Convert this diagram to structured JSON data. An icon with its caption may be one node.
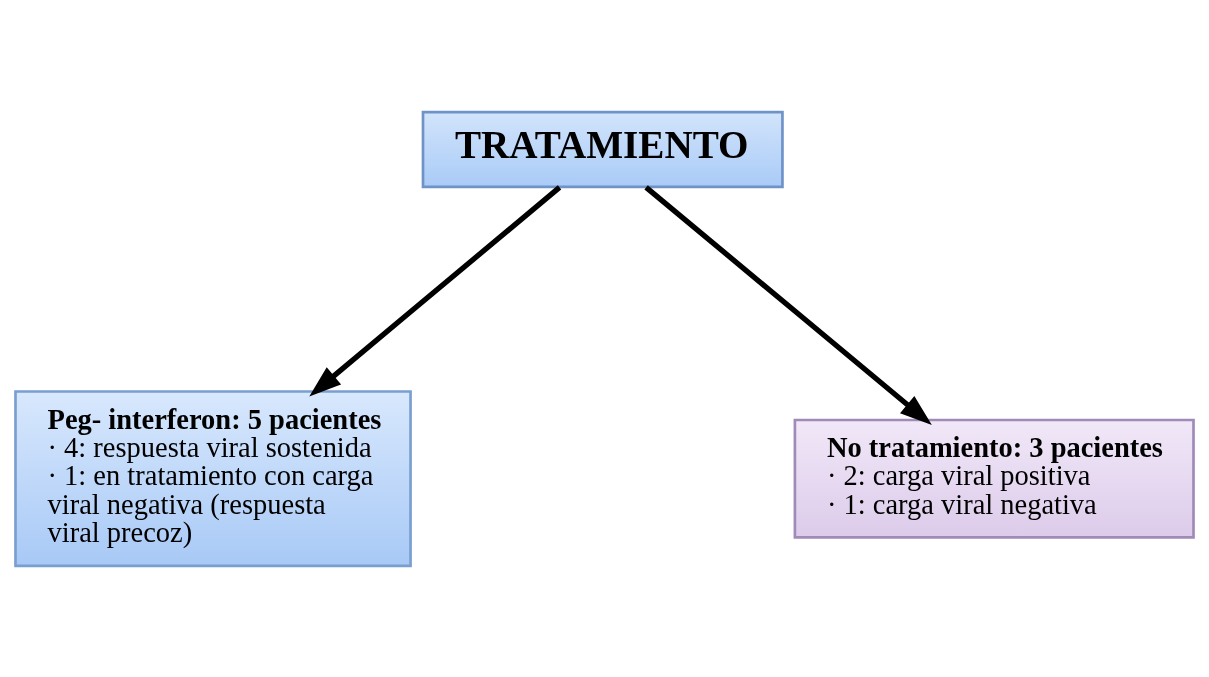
{
  "diagram": {
    "nodes": [
      {
        "text": [
          "TRATAMIENTO"
        ]
      },
      {
        "text": [
          "Peg- interferon: 5 pacientes",
          "· 4: respuesta viral sostenida",
          "· 1: en tratamiento con carga viral negativa (respuesta viral precoz)"
        ]
      },
      {
        "text": [
          "No tratamiento: 3 pacientes",
          "· 2: carga viral positiva",
          "· 1: carga viral negativa"
        ]
      }
    ],
    "edges": [
      {
        "from": 0,
        "to": 1,
        "arrow": "to"
      },
      {
        "from": 0,
        "to": 2,
        "arrow": "to"
      }
    ]
  }
}
